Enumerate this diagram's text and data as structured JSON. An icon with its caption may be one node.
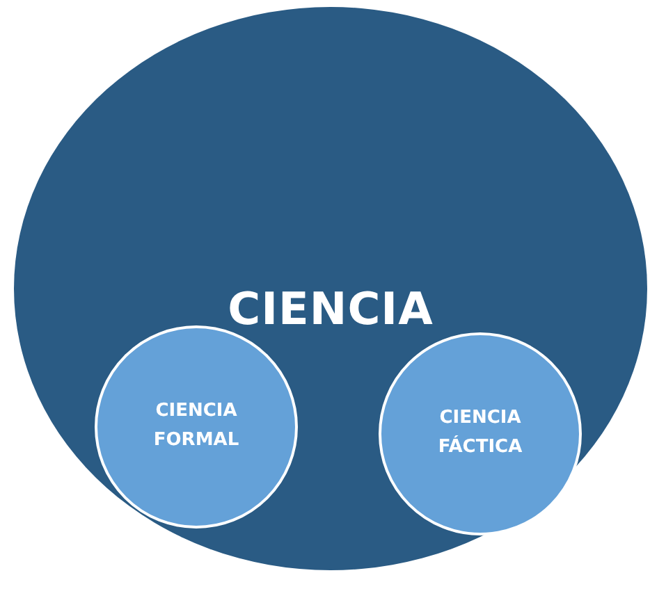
{
  "diagram": {
    "nodes": [
      {
        "text": [
          "CIENCIA"
        ]
      },
      {
        "text": [
          "CIENCIA FORMAL"
        ],
        "in": 0
      },
      {
        "text": [
          "CIENCIA FÁCTICA"
        ],
        "in": 0
      }
    ]
  }
}
